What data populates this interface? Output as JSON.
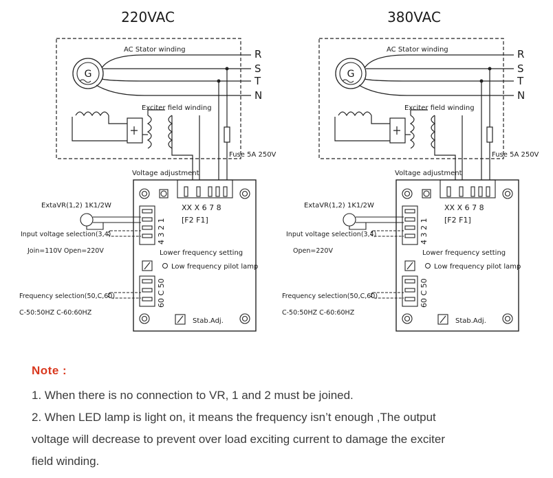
{
  "diagrams": [
    {
      "title": "220VAC",
      "stator_label": "AC Stator winding",
      "terminals": [
        "R",
        "S",
        "T",
        "N"
      ],
      "generator_symbol": "G",
      "exciter_label": "Exciter field winding",
      "fuse_label": "Fuse 5A 250V",
      "voltage_adj_label": "Voltage adjustment",
      "terminal_numbers": "XX X 6 7 8",
      "fuse_terminals": "[F2 F1]",
      "extvr_label": "ExtaVR(1,2) 1K1/2W",
      "input_sel_label": "Input voltage selection(3,4)",
      "input_sel_note": "Join=110V Open=220V",
      "pin_numbers": "4 3 2 1",
      "lower_freq_label": "Lower frequency setting",
      "pilot_label": "Low frequency pilot lamp",
      "freq_sel_label": "Frequency selection(50,C,60)",
      "freq_sel_note": "C-50:50HZ C-60:60HZ",
      "freq_pins": "60 C 50",
      "stab_label": "Stab.Adj."
    },
    {
      "title": "380VAC",
      "stator_label": "AC Stator winding",
      "terminals": [
        "R",
        "S",
        "T",
        "N"
      ],
      "generator_symbol": "G",
      "exciter_label": "Exciter field winding",
      "fuse_label": "Fuse 5A 250V",
      "voltage_adj_label": "Voltage adjustment",
      "terminal_numbers": "XX X 6 7 8",
      "fuse_terminals": "[F2 F1]",
      "extvr_label": "ExtaVR(1,2) 1K1/2W",
      "input_sel_label": "Input voltage selection(3,4)",
      "input_sel_note": "Open=220V",
      "pin_numbers": "4 3 2 1",
      "lower_freq_label": "Lower frequency setting",
      "pilot_label": "Low frequency pilot lamp",
      "freq_sel_label": "Frequency selection(50,C,60)",
      "freq_sel_note": "C-50:50HZ C-60:60HZ",
      "freq_pins": "60 C 50",
      "stab_label": "Stab.Adj."
    }
  ],
  "note": {
    "title": "Note :",
    "lines": [
      "1. When there is no connection to VR, 1 and 2 must be joined.",
      "2. When LED lamp is light on, it means the frequency isn’t enough ,The output",
      "voltage will decrease to prevent over load exciting current to damage the exciter",
      "field winding."
    ]
  }
}
